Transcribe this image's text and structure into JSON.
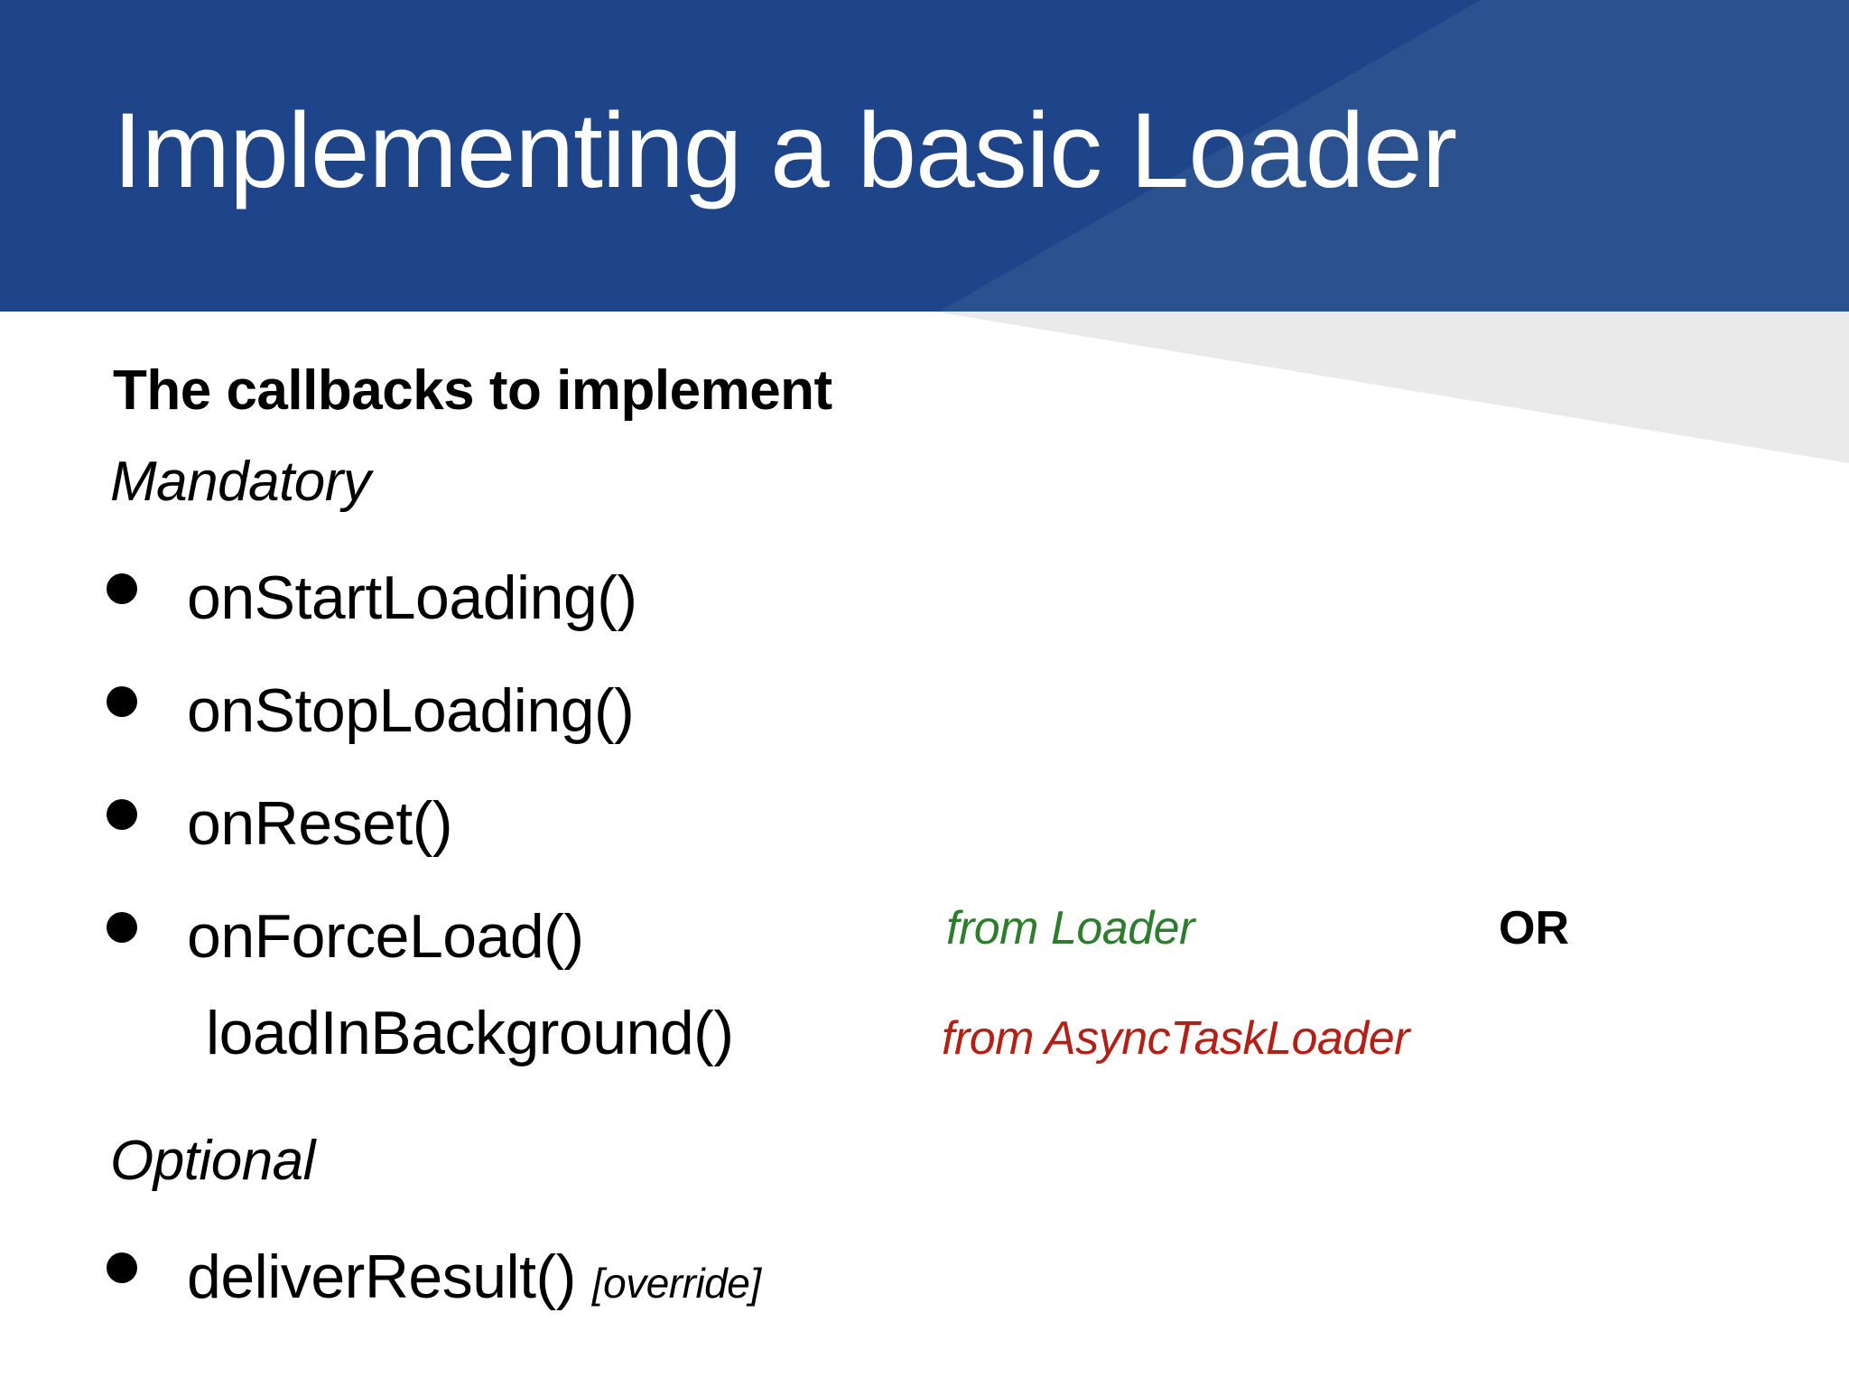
{
  "slide": {
    "title": "Implementing a basic Loader",
    "colors": {
      "header_blue": "#1e4489",
      "header_blue_light": "#2b528e",
      "gray_wedge": "#eaeaea",
      "text": "#000000",
      "note_green": "#2e7d2e",
      "note_red": "#b32015",
      "title_text": "#ffffff"
    }
  },
  "body": {
    "heading": "The callbacks to implement",
    "sections": [
      {
        "label": "Mandatory",
        "items": [
          {
            "text": "onStartLoading()"
          },
          {
            "text": "onStopLoading()"
          },
          {
            "text": "onReset()"
          },
          {
            "text": "onForceLoad()",
            "note": "from Loader",
            "note_color": "green",
            "conjunction": "OR"
          }
        ],
        "continuation": {
          "text": "loadInBackground()",
          "note": "from AsyncTaskLoader",
          "note_color": "red"
        }
      },
      {
        "label": "Optional",
        "items": [
          {
            "text": "deliverResult()",
            "suffix": "[override]"
          }
        ]
      }
    ]
  }
}
